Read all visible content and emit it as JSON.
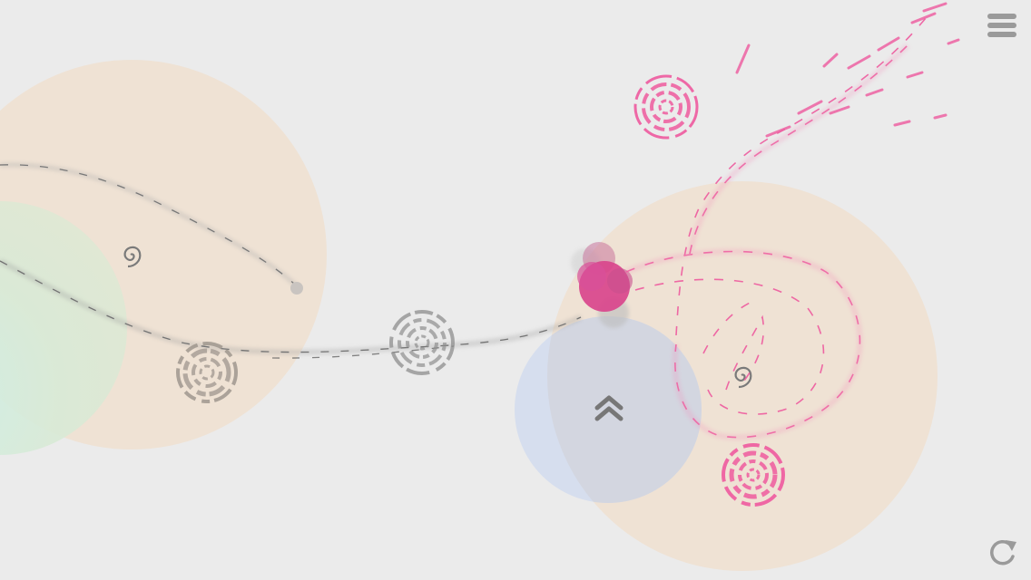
{
  "game": {
    "mode": "orbital-physics-puzzle",
    "hud": {
      "menu_icon": "hamburger-menu-icon",
      "restart_icon": "restart-arrow-icon",
      "boost_icon": "double-chevron-up-icon"
    },
    "colors": {
      "background": "#ebebeb",
      "gravity_field_tan": "#efe2d4",
      "gravity_field_green": "#d8ead6",
      "gravity_field_blue": "#d6deec",
      "gravity_field_grey": "#d3d1d6",
      "player_pink": "#d9458c",
      "trail_pink": "#ee5a9e",
      "neutral_grey": "#8a8a8a",
      "hud_grey": "#9a9a9a"
    },
    "entities": {
      "planets": [
        "gravity-field-large-left",
        "gravity-field-green",
        "gravity-field-large-right",
        "gravity-field-blue"
      ],
      "targets": [
        "target-ring-grey-left",
        "target-ring-grey-center",
        "target-ring-pink-top",
        "target-ring-pink-bottom"
      ],
      "spirals": [
        "spiral-icon-left",
        "spiral-icon-right"
      ],
      "player": "player-blob-pink"
    }
  }
}
